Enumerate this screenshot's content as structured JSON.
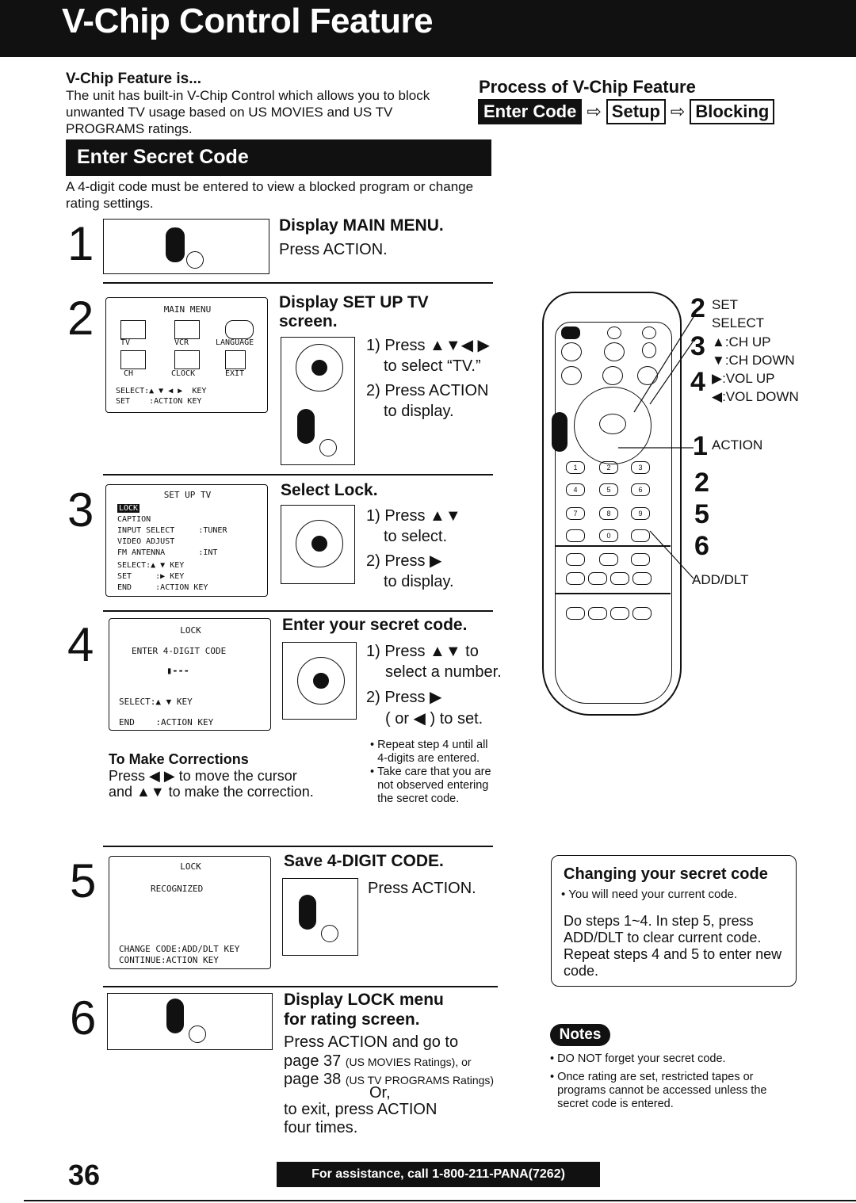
{
  "title": "V-Chip Control Feature",
  "intro": {
    "heading": "V-Chip Feature is...",
    "text": "The unit has built-in V-Chip Control which allows you to block unwanted TV usage based on US MOVIES and US TV PROGRAMS ratings."
  },
  "process": {
    "heading": "Process of V-Chip Feature",
    "steps": [
      "Enter Code",
      "Setup",
      "Blocking"
    ]
  },
  "section_heading": "Enter Secret Code",
  "section_text": "A 4-digit code must be entered to view a blocked program or change rating settings.",
  "steps": [
    {
      "num": "1",
      "title": "Display MAIN MENU.",
      "text": "Press ACTION."
    },
    {
      "num": "2",
      "title": "Display SET UP TV screen.",
      "text1": "1) Press ▲▼◀ ▶",
      "text1b": "to select “TV.”",
      "text2": "2) Press ACTION",
      "text2b": "to display.",
      "screen": {
        "title": "MAIN MENU",
        "icons": [
          "TV",
          "VCR",
          "LANGUAGE",
          "CH",
          "CLOCK",
          "EXIT"
        ],
        "line1": "SELECT:▲ ▼ ◀ ▶  KEY",
        "line2": "SET    :ACTION KEY"
      }
    },
    {
      "num": "3",
      "title": "Select Lock.",
      "text1": "1) Press ▲▼",
      "text1b": "to select.",
      "text2": "2) Press ▶",
      "text2b": "to display.",
      "screen": {
        "title": "SET UP TV",
        "lines": [
          "LOCK",
          "CAPTION",
          "INPUT SELECT     :TUNER",
          "VIDEO ADJUST",
          "FM ANTENNA       :INT",
          "SELECT:▲ ▼ KEY",
          "SET     :▶ KEY",
          "END     :ACTION KEY"
        ]
      }
    },
    {
      "num": "4",
      "title": "Enter your secret code.",
      "text1": "1) Press ▲▼ to",
      "text1b": "select a number.",
      "text2": "2) Press ▶",
      "text2b": "( or ◀ ) to set.",
      "screen": {
        "title": "LOCK",
        "line1": "ENTER 4-DIGIT CODE",
        "code": "▮---",
        "line2": "SELECT:▲ ▼ KEY",
        "line3": "END    :ACTION KEY"
      }
    },
    {
      "num": "5",
      "title": "Save 4-DIGIT CODE.",
      "text": "Press ACTION.",
      "screen": {
        "title": "LOCK",
        "line1": "RECOGNIZED",
        "line2": "CHANGE CODE:ADD/DLT KEY",
        "line3": "CONTINUE:ACTION KEY"
      }
    },
    {
      "num": "6",
      "title1": "Display LOCK menu",
      "title2": "for rating screen.",
      "text1": "Press ACTION and go to",
      "text2a": "page 37",
      "text2b": "(US MOVIES Ratings), or",
      "text3a": "page 38",
      "text3b": "(US TV PROGRAMS Ratings)",
      "text4": "Or,",
      "text5": "to exit, press ACTION",
      "text6": "four times."
    }
  ],
  "corrections": {
    "heading": "To Make Corrections",
    "line1": "Press ◀ ▶ to move the cursor",
    "line2": "and ▲▼ to make the correction."
  },
  "bullets4": [
    "Repeat step 4 until all 4-digits are entered.",
    "Take care that you are not observed entering the secret code."
  ],
  "remote_labels": {
    "set_num": "2",
    "set": "SET",
    "select": "SELECT",
    "chup_num": "3",
    "chup": "▲:CH UP",
    "chdown": "▼:CH DOWN",
    "volup_num": "4",
    "volup": "▶:VOL UP",
    "voldown": "◀:VOL DOWN",
    "action_num": "1",
    "action": "ACTION",
    "n2": "2",
    "n5": "5",
    "n6": "6",
    "adddlt": "ADD/DLT"
  },
  "changing": {
    "heading": "Changing your secret code",
    "bullet": "You will need your current code.",
    "text": "Do steps 1~4. In step 5, press ADD/DLT to clear current code. Repeat steps 4 and 5 to enter new code."
  },
  "notes": {
    "label": "Notes",
    "items": [
      "DO NOT forget your secret code.",
      "Once rating are set, restricted tapes or programs cannot be accessed unless the secret code is entered."
    ]
  },
  "action_key_label": "ACTION",
  "page_number": "36",
  "footer": "For assistance, call 1-800-211-PANA(7262)"
}
